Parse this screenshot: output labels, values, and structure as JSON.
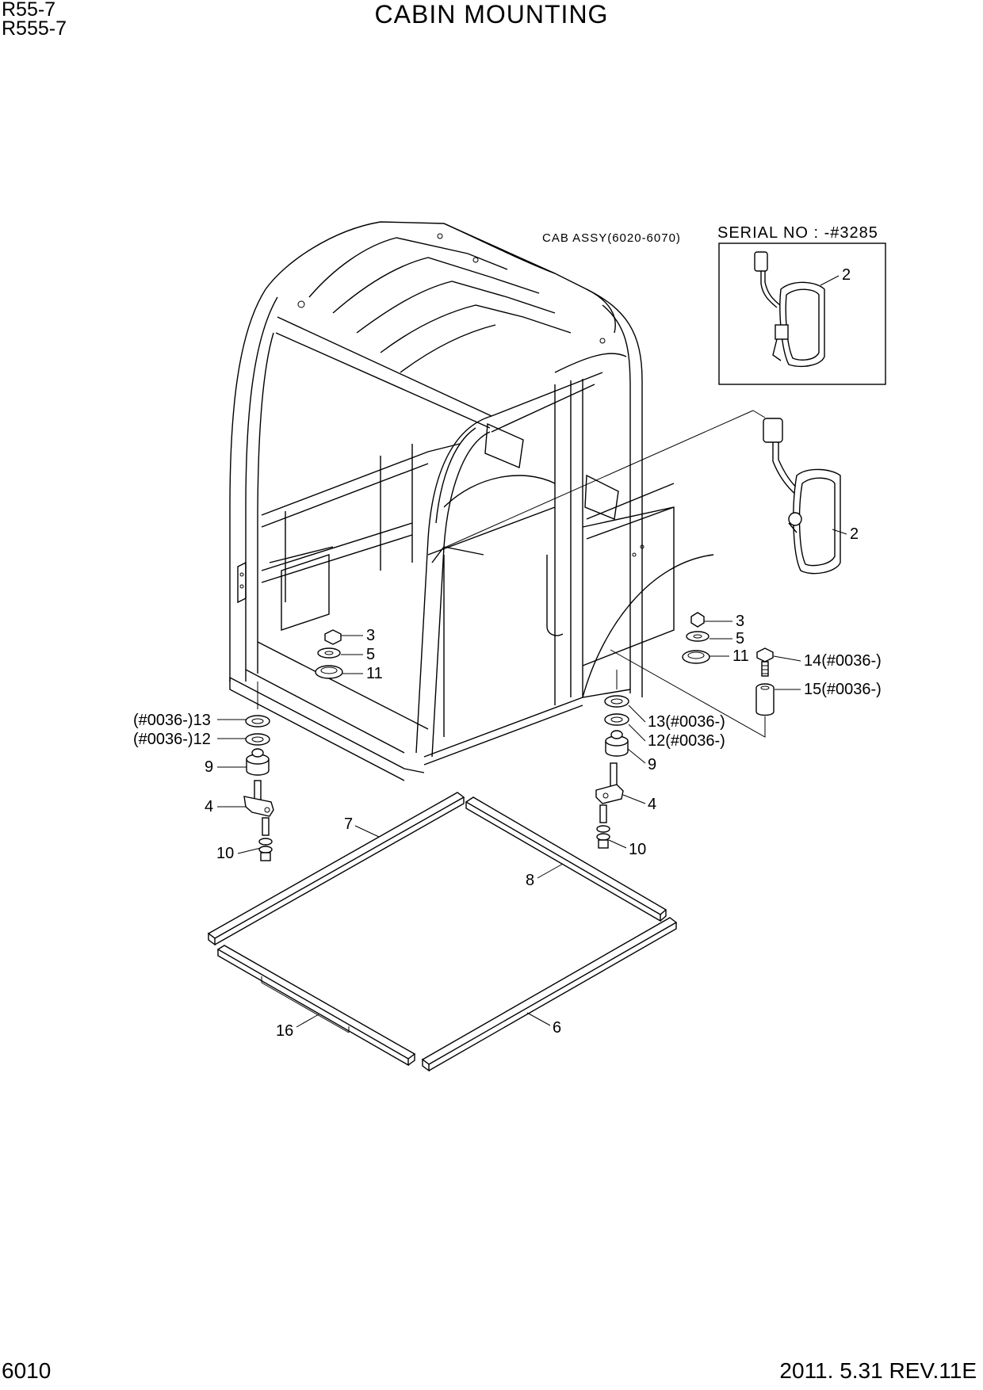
{
  "header": {
    "model_line1": "R55-7",
    "model_line2": "R555-7",
    "title": "CABIN MOUNTING"
  },
  "footer": {
    "page_number": "6010",
    "revision": "2011. 5.31 REV.11E"
  },
  "diagram": {
    "cab_assy_label": "CAB ASSY(6020-6070)",
    "inset_label": "SERIAL NO : -#3285",
    "callouts": {
      "inset_mirror": "2",
      "mirror": "2",
      "left_nut": "3",
      "left_washer": "5",
      "left_plate": "11",
      "right_nut": "3",
      "right_washer": "5",
      "right_plate": "11",
      "bolt_14": "14(#0036-)",
      "spacer_15": "15(#0036-)",
      "left_13": "(#0036-)13",
      "left_12": "(#0036-)12",
      "left_mount": "9",
      "left_bracket": "4",
      "left_bolt": "10",
      "right_13": "13(#0036-)",
      "right_12": "12(#0036-)",
      "right_mount": "9",
      "right_bracket": "4",
      "right_bolt": "10",
      "seal_7": "7",
      "seal_8": "8",
      "seal_6": "6",
      "seal_16": "16"
    }
  }
}
